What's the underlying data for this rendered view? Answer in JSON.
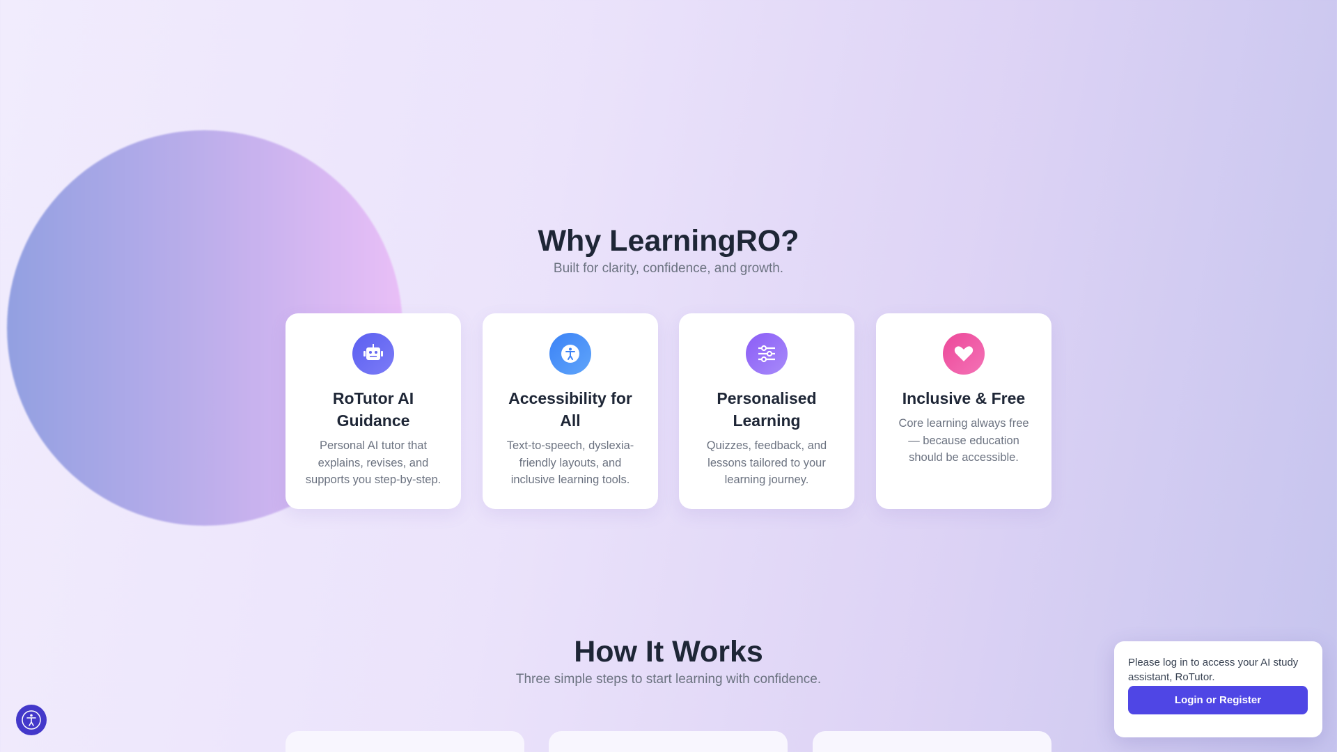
{
  "why": {
    "title": "Why LearningRO?",
    "subtitle": "Built for clarity, confidence, and growth.",
    "cards": [
      {
        "icon": "robot-icon",
        "color": "#6366f1",
        "title": "RoTutor AI Guidance",
        "desc": "Personal AI tutor that explains, revises, and supports you step-by-step."
      },
      {
        "icon": "accessibility-icon",
        "color": "#3b82f6",
        "title": "Accessibility for All",
        "desc": "Text-to-speech, dyslexia-friendly layouts, and inclusive learning tools."
      },
      {
        "icon": "sliders-icon",
        "color": "#8b5cf6",
        "title": "Personalised Learning",
        "desc": "Quizzes, feedback, and lessons tailored to your learning journey."
      },
      {
        "icon": "heart-icon",
        "color": "#ec4899",
        "title": "Inclusive & Free",
        "desc": "Core learning always free — because education should be accessible."
      }
    ]
  },
  "how": {
    "title": "How It Works",
    "subtitle": "Three simple steps to start learning with confidence."
  },
  "popup": {
    "message": "Please log in to access your AI study assistant, RoTutor.",
    "button": "Login or Register"
  }
}
